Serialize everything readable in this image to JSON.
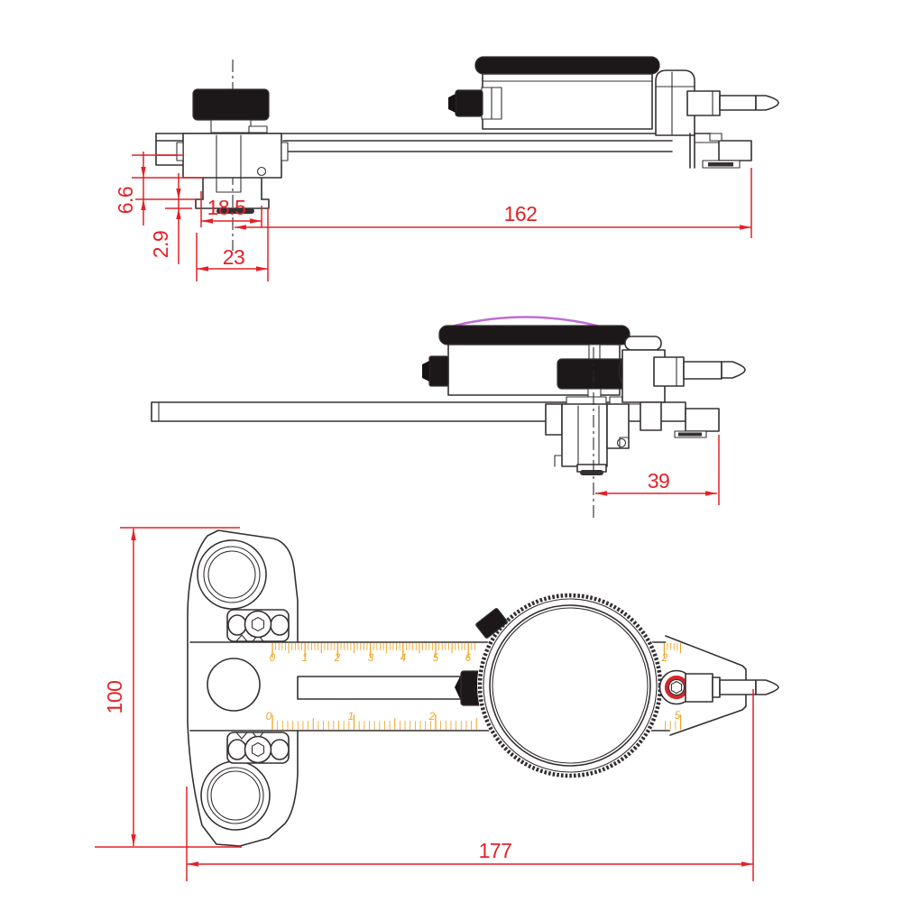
{
  "drawing": {
    "background": "#ffffff",
    "outline_color": "#353031",
    "dimension_color": "#e32127",
    "ruler_color": "#efa424",
    "lens_color": "#c06cd4",
    "top_view": {
      "dims": {
        "d66": "6.6",
        "d29": "2.9",
        "d185": "18.5",
        "d23": "23",
        "d162": "162"
      }
    },
    "side_view": {
      "dims": {
        "d39": "39"
      }
    },
    "plan_view": {
      "dims": {
        "d100": "100",
        "d177": "177"
      },
      "ruler_top": {
        "numbers": [
          "0",
          "1",
          "2",
          "3",
          "4",
          "5",
          "6"
        ],
        "fragment": "2"
      },
      "ruler_bottom": {
        "numbers": [
          "0",
          "1",
          "2"
        ],
        "fragment": "5"
      }
    }
  }
}
